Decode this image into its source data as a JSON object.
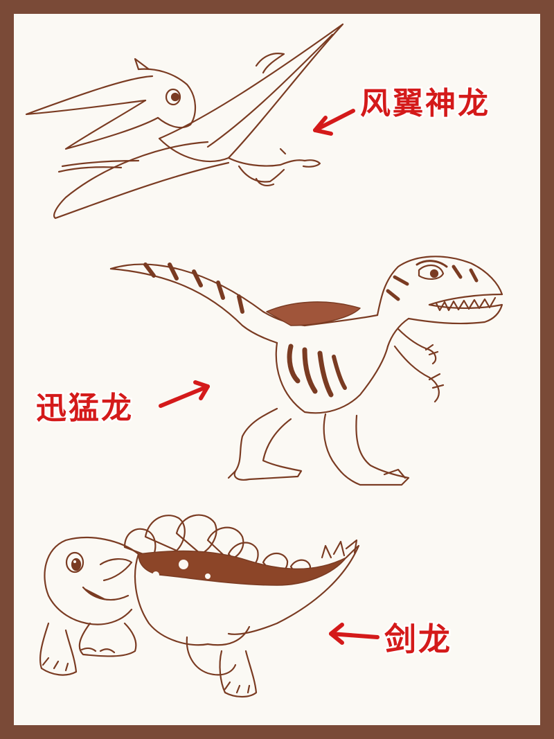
{
  "labels": {
    "pterosaur": "风翼神龙",
    "raptor": "迅猛龙",
    "stegosaurus": "剑龙"
  },
  "colors": {
    "frame": "#7a4a37",
    "paper": "#fbf9f4",
    "ink": "#7a3b22",
    "label": "#d41a1a",
    "arrow": "#d41a1a"
  }
}
